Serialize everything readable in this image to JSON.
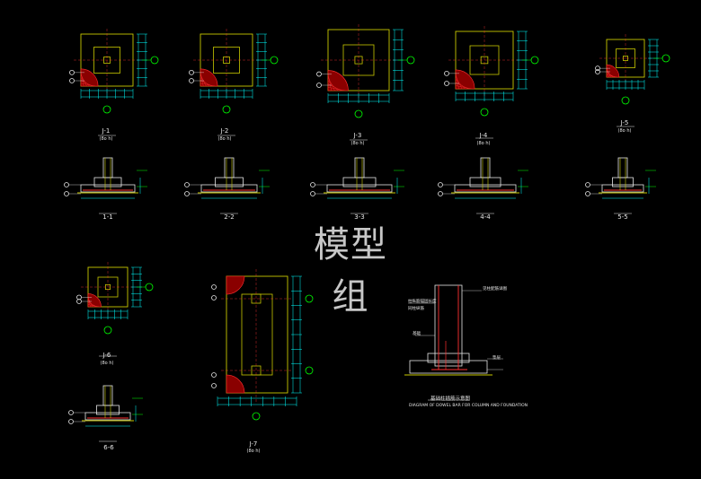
{
  "watermark": "模型组",
  "plans": [
    {
      "id": "J-1",
      "caption": "(8o h)"
    },
    {
      "id": "J-2",
      "caption": "(8o h)"
    },
    {
      "id": "J-3",
      "caption": "(8o h)"
    },
    {
      "id": "J-4",
      "caption": "(8o h)"
    },
    {
      "id": "J-5",
      "caption": "(8o h)"
    },
    {
      "id": "J-6",
      "caption": "(8o h)"
    },
    {
      "id": "J-7",
      "caption": "(8o h)"
    }
  ],
  "sections": [
    "1-1",
    "2-2",
    "3-3",
    "4-4",
    "5-5",
    "6-6"
  ],
  "detail": {
    "title": "基础柱插筋示意图",
    "subtitle": "DIAGRAM OF DOWEL BAR FOR COLUMN AND FOUNDATION",
    "note_1": "柱纵筋锚固长度",
    "note_2": "同柱纵筋",
    "note_3": "见柱配筋详图",
    "note_4": "基础",
    "note_5": "垫层"
  },
  "colors": {
    "outline": "#c8c800",
    "hatch": "#ff3030",
    "dim": "#00ffff",
    "axis": "#00ff00",
    "text": "#e6e6e6"
  }
}
